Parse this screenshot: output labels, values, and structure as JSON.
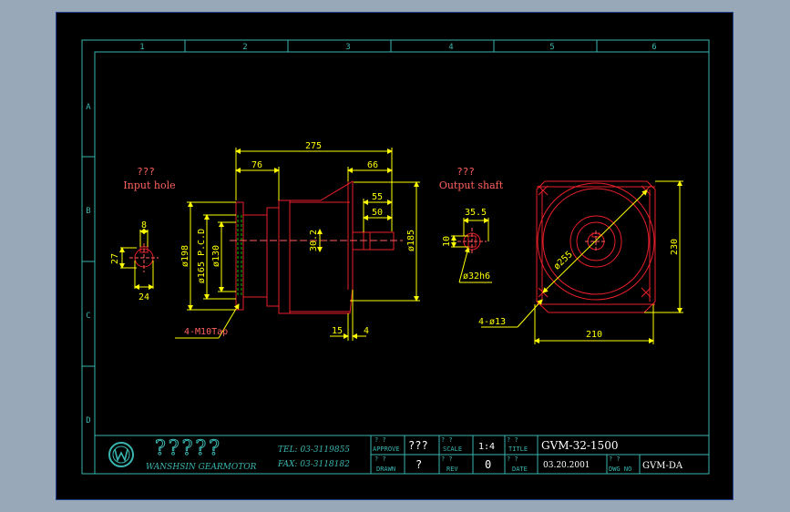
{
  "colors": {
    "background": "#000000",
    "outer_bg": "#99a8b8",
    "frame": "#3ab6b0",
    "geometry": "#e8202a",
    "dimension": "#ffff00",
    "label": "#ff6060",
    "hidden": "#00c000",
    "title": "#ffffff"
  },
  "grid": {
    "columns": [
      "1",
      "2",
      "3",
      "4",
      "5",
      "6"
    ],
    "rows": [
      "A",
      "B",
      "C",
      "D"
    ]
  },
  "views": {
    "input_hole": {
      "heading_marks": "???",
      "heading": "Input hole",
      "dim_width": "8",
      "dim_height": "27",
      "dim_bottom": "24"
    },
    "side": {
      "dim_overall": "275",
      "dim_left": "76",
      "dim_right": "66",
      "dim_55": "55",
      "dim_50": "50",
      "dim_offset": "30.2",
      "dim_198": "ø198",
      "dim_165": "ø165 P.C.D",
      "dim_130": "ø130",
      "dim_185": "ø185",
      "dim_15": "15",
      "dim_4": "4",
      "tap_label": "4-M10Tap"
    },
    "output_shaft": {
      "heading_marks": "???",
      "heading": "Output shaft",
      "dim_key": "35.5",
      "dim_10": "10",
      "dim_dia": "ø32h6"
    },
    "front": {
      "dim_pcd": "ø255",
      "dim_holes": "4-ø13",
      "dim_width": "210",
      "dim_height": "230"
    }
  },
  "title_block": {
    "company_marks": "?????",
    "company": "WANSHSIN GEARMOTOR",
    "tel": "TEL:  03-3119855",
    "fax": "FAX:  03-3118182",
    "approve_label": "APPROVE",
    "approve_value": "???",
    "scale_label": "SCALE",
    "scale_value": "1:4",
    "title_label": "TITLE",
    "title_value": "GVM-32-1500",
    "drawn_label": "DRAWN",
    "drawn_value": "?",
    "rev_label": "REV",
    "rev_value": "0",
    "date_label": "DATE",
    "date_value": "03.20.2001",
    "dwg_label": "DWG NO",
    "dwg_value": "GVM-DA",
    "cell_marks": "? ?"
  }
}
